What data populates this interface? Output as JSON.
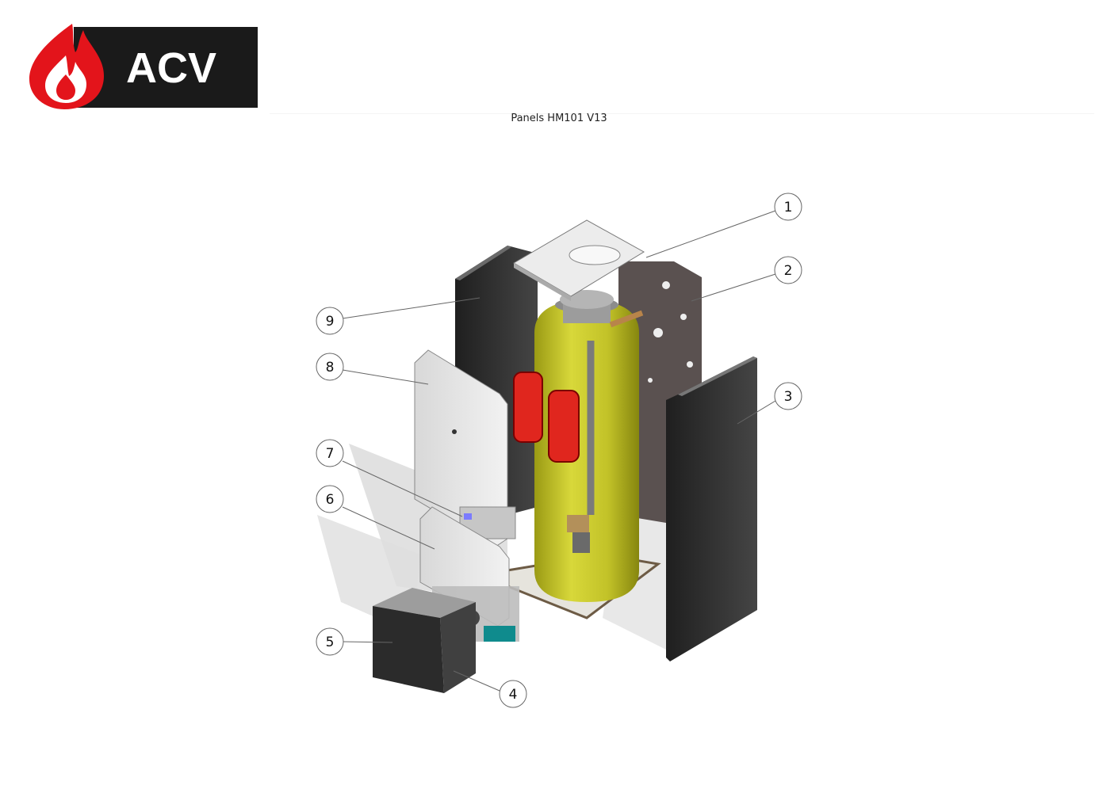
{
  "brand": {
    "logo_text": "ACV",
    "colors": {
      "flame": "#e3141b",
      "bar": "#1a1a1a",
      "logo_text": "#ffffff"
    }
  },
  "title": "Panels HM101 V13",
  "callouts": [
    "1",
    "2",
    "3",
    "4",
    "5",
    "6",
    "7",
    "8",
    "9"
  ],
  "colors": {
    "tank": "#c9c92a",
    "panel_dark": "#2e2e2e",
    "panel_light": "#e4e4e4",
    "insulation": "#5a5150",
    "expansion_vessel": "#e0261e"
  }
}
